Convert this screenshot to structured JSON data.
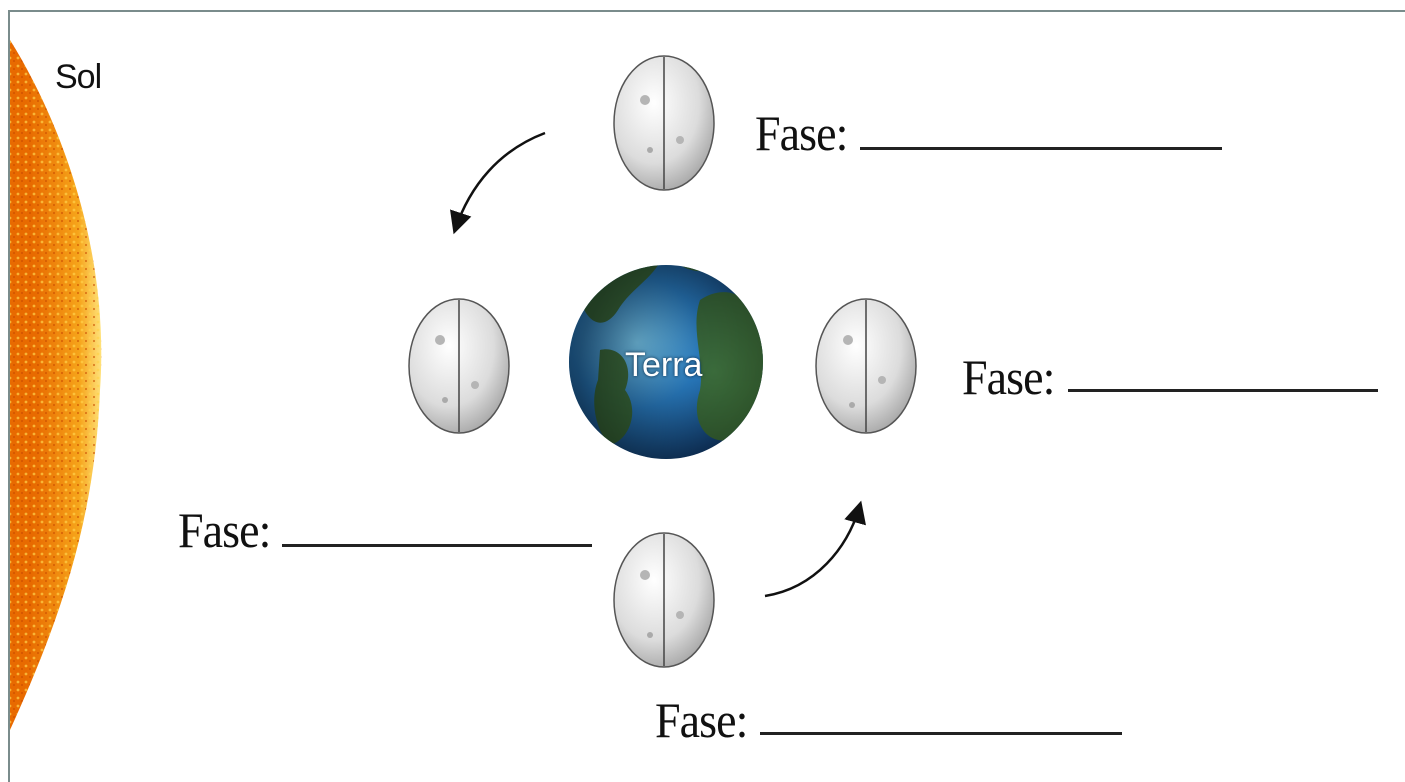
{
  "labels": {
    "sun": "Sol",
    "earth": "Terra"
  },
  "phases": {
    "top": {
      "prompt": "Fase:"
    },
    "right": {
      "prompt": "Fase:"
    },
    "left": {
      "prompt": "Fase:"
    },
    "bottom": {
      "prompt": "Fase:"
    }
  },
  "colors": {
    "sun_core": "#f08a00",
    "sun_edge": "#ffd84a",
    "earth_ocean": "#2a7fc6",
    "earth_land": "#3d6b2f",
    "moon": "#dedede",
    "border": "#7a8c8c"
  }
}
